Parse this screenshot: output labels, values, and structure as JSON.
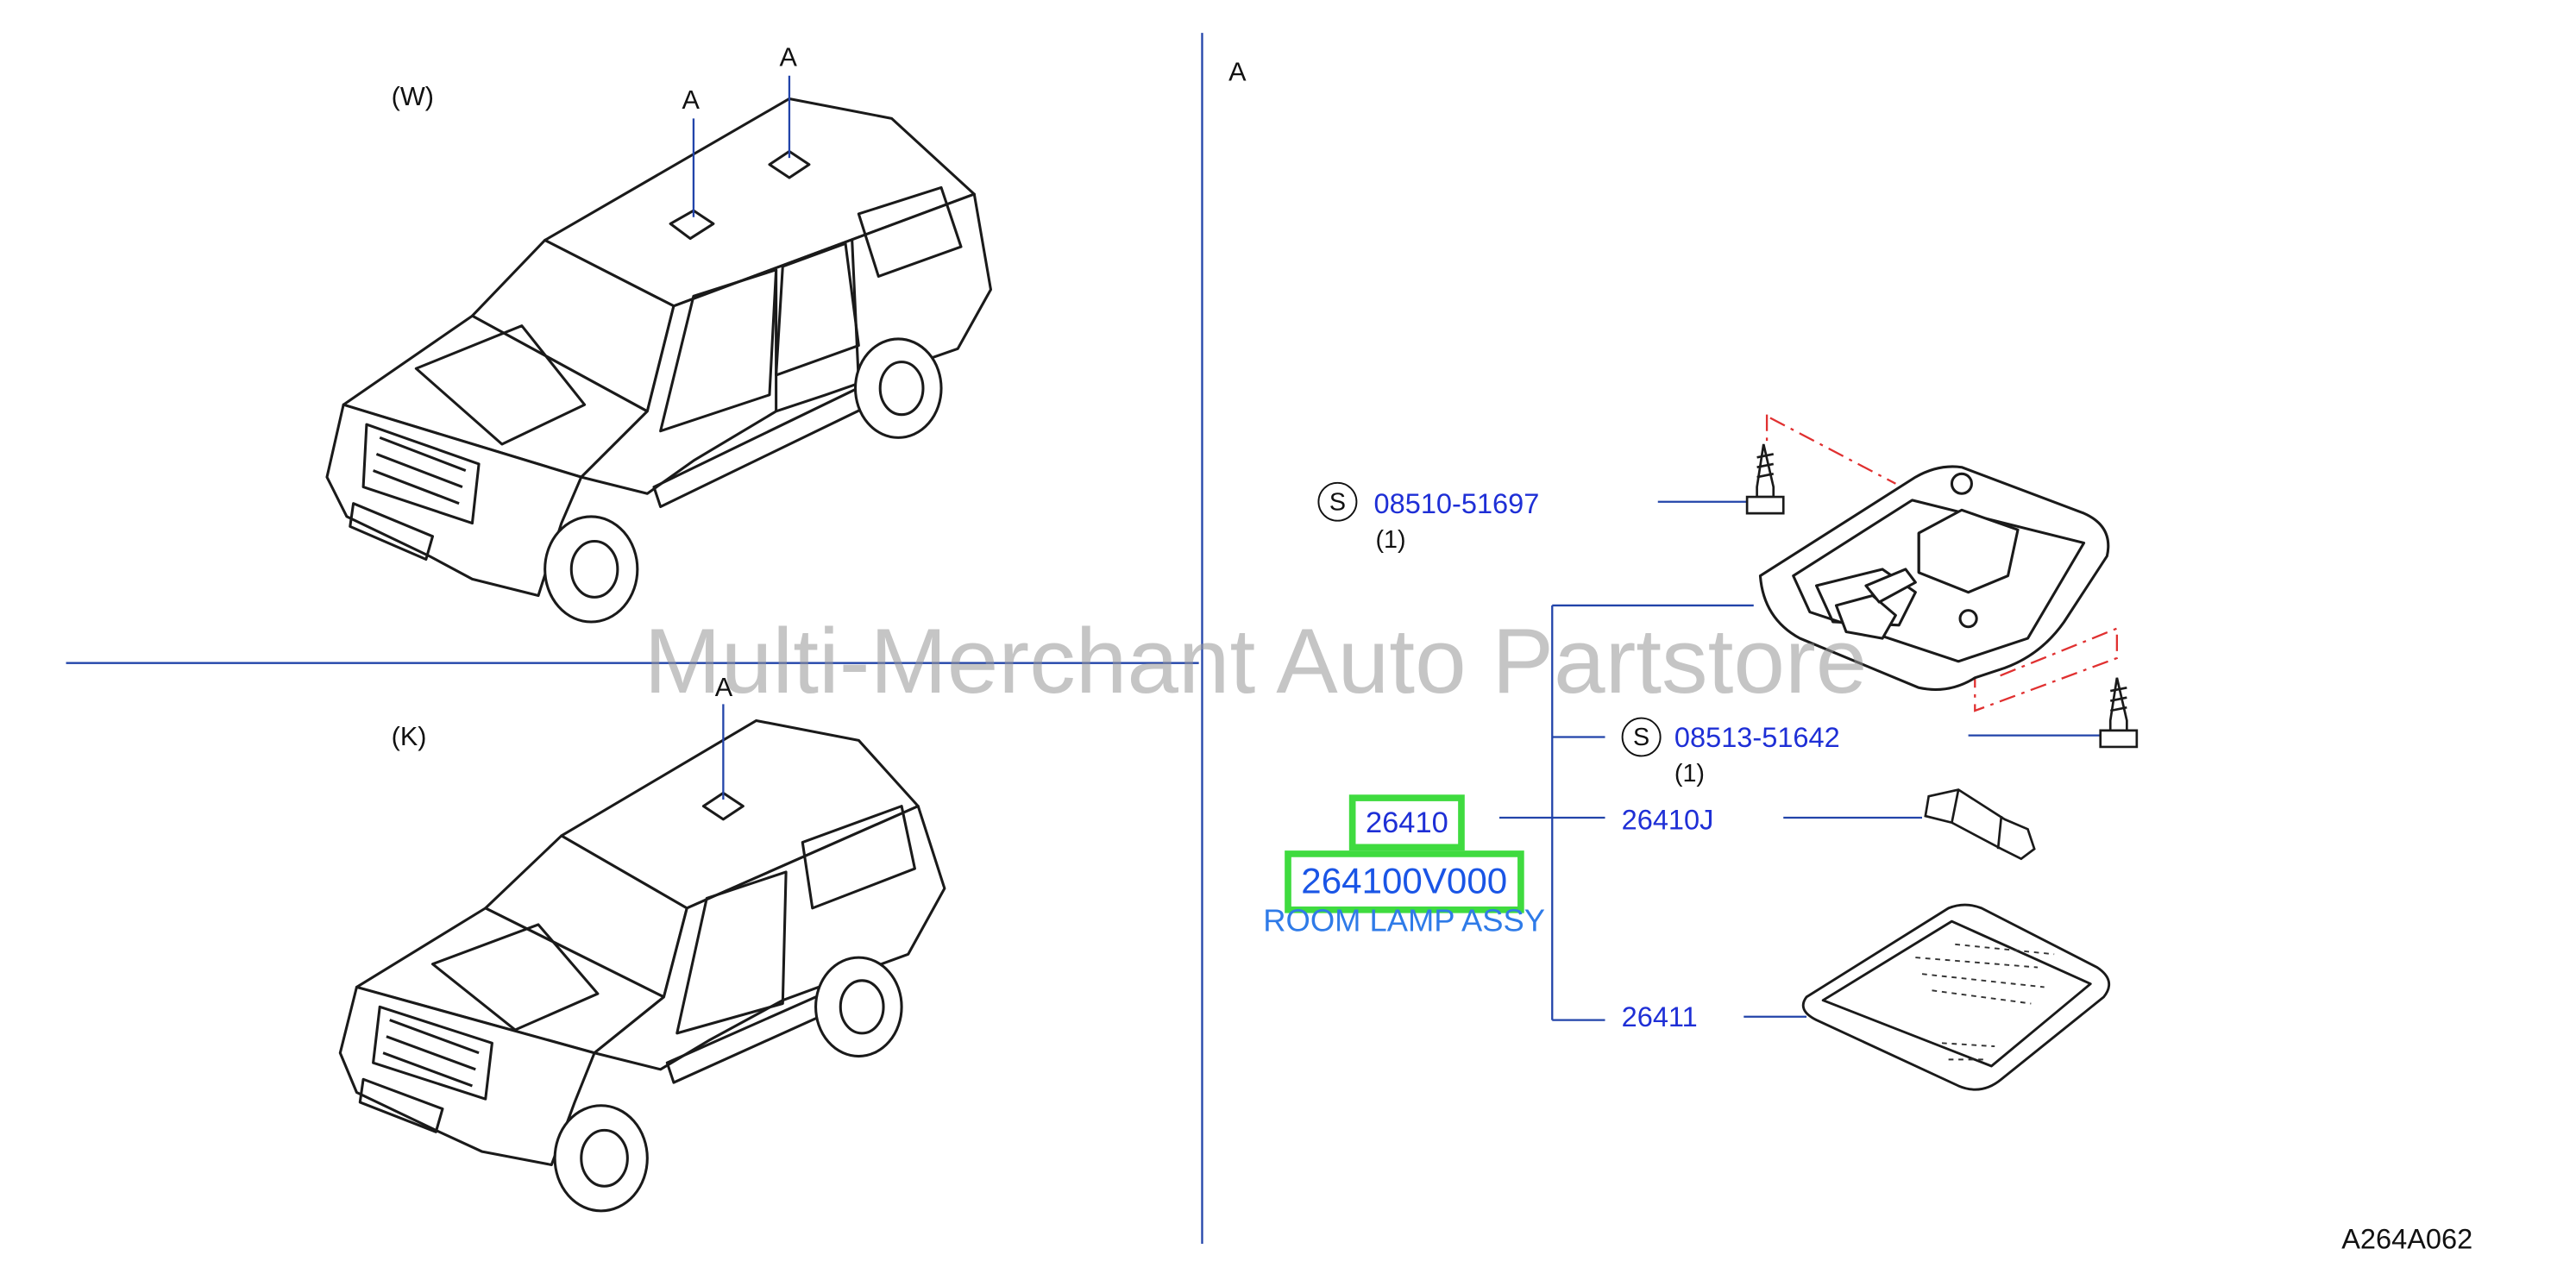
{
  "views": {
    "w_label": "(W)",
    "k_label": "(K)",
    "a_marker": "A",
    "detail_label": "A"
  },
  "parts": {
    "screw_1": {
      "symbol": "S",
      "number": "08510-51697",
      "qty": "(1)"
    },
    "screw_2": {
      "symbol": "S",
      "number": "08513-51642",
      "qty": "(1)"
    },
    "part_26410": "26410",
    "assy_number": "264100V000",
    "assy_name": "ROOM LAMP ASSY",
    "bulb": "26410J",
    "lens": "26411"
  },
  "watermark": "Multi-Merchant Auto Partstore",
  "diagram_ref": "A264A062",
  "colors": {
    "line_blue": "#2244aa",
    "part_blue": "#1e2fd6",
    "highlight_green": "#3fdb3f",
    "leader_red": "#e03030"
  }
}
